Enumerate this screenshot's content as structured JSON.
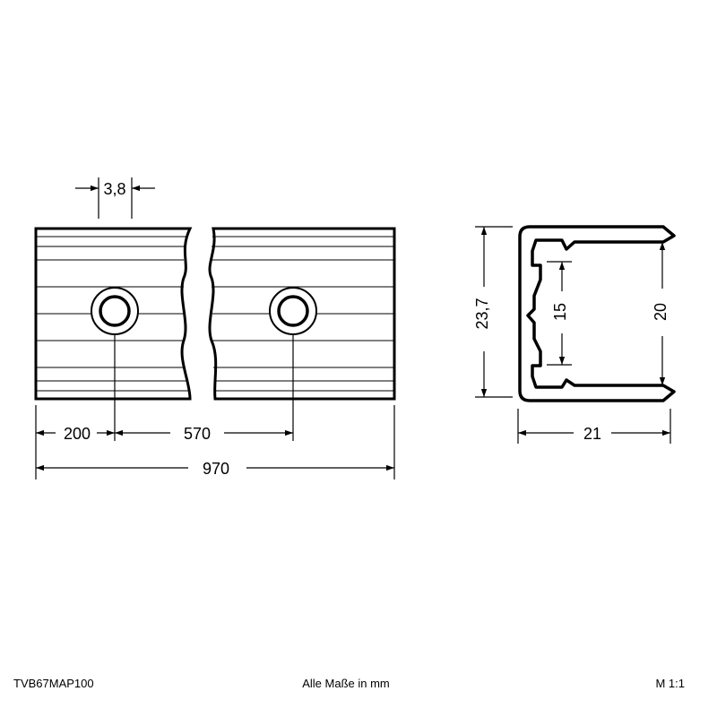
{
  "drawing": {
    "dimensions": {
      "slot_width": "3,8",
      "first_hole": "200",
      "hole_spacing": "570",
      "total_length": "970",
      "profile_height": "23,7",
      "inner_short": "15",
      "inner_height": "20",
      "profile_width": "21"
    }
  },
  "footer": {
    "part_number": "TVB67MAP100",
    "units_note": "Alle Maße in mm",
    "scale": "M 1:1"
  },
  "colors": {
    "line": "#000000",
    "background": "#ffffff"
  }
}
